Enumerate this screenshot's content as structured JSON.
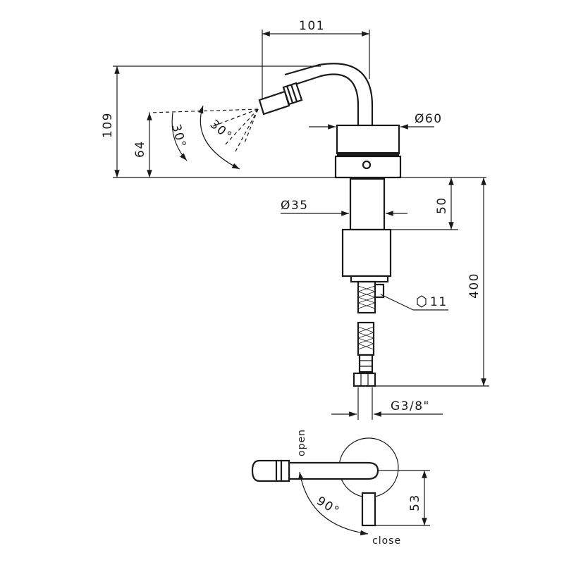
{
  "dimensions": {
    "spout_reach": "101",
    "total_height_above_deck": "109",
    "nozzle_height": "64",
    "spray_angle_1": "30°",
    "spray_angle_2": "30°",
    "body_diameter": "Ø60",
    "shank_diameter": "Ø35",
    "shank_height": "50",
    "hose_length": "400",
    "nut_size": "11",
    "connection_thread": "G3/8\"",
    "lever_height": "53",
    "lever_rotation": "90°"
  },
  "labels": {
    "open": "open",
    "close": "close"
  }
}
